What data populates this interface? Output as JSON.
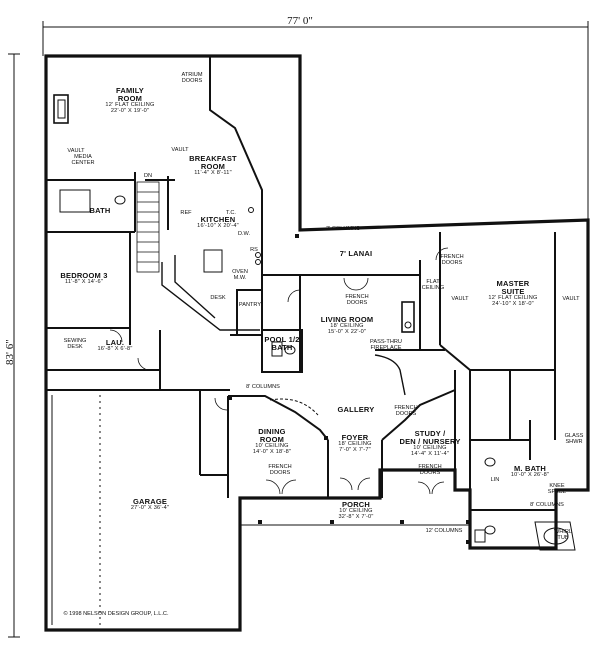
{
  "dimensions": {
    "width": "77' 0\"",
    "depth": "83' 6\""
  },
  "rooms": {
    "family": {
      "name": "FAMILY",
      "name2": "ROOM",
      "ceiling": "12' FLAT CEILING",
      "size": "22'-0\" X 19'-0\""
    },
    "breakfast": {
      "name": "BREAKFAST",
      "name2": "ROOM",
      "size": "11'-4\" X 8'-11\""
    },
    "kitchen": {
      "name": "KITCHEN",
      "size": "16'-10\" X 20'-4\""
    },
    "bedroom3": {
      "name": "BEDROOM 3",
      "size": "11'-8\" X 14'-6\""
    },
    "lau": {
      "name": "LAU.",
      "size": "16'-8\" X 6'-8\""
    },
    "lanai": {
      "name": "7' LANAI"
    },
    "living": {
      "name": "LIVING ROOM",
      "ceiling": "18' CEILING",
      "size": "15'-0\" X 22'-0\""
    },
    "master": {
      "name": "MASTER",
      "name2": "SUITE",
      "ceiling": "12' FLAT CEILING",
      "size": "24'-10\" X 18'-0\""
    },
    "pool_bath": {
      "name": "POOL 1/2",
      "name2": "BATH"
    },
    "gallery": {
      "name": "GALLERY"
    },
    "dining": {
      "name": "DINING",
      "name2": "ROOM",
      "ceiling": "10' CEILING",
      "size": "14'-0\" X 18'-8\""
    },
    "foyer": {
      "name": "FOYER",
      "ceiling": "18' CEILING",
      "size": "7'-0\" X 7'-7\""
    },
    "study": {
      "name": "STUDY /",
      "name2": "DEN / NURSERY",
      "ceiling": "10' CEILING",
      "size": "14'-4\" X 11'-4\""
    },
    "mbath": {
      "name": "M. BATH",
      "size": "10'-0\" X 26'-8\""
    },
    "garage": {
      "name": "GARAGE",
      "size": "27'-0\" X 36'-4\""
    },
    "porch": {
      "name": "PORCH",
      "ceiling": "10' CEILING",
      "size": "32'-8\" X 7'-0\""
    },
    "bath": {
      "name": "BATH"
    }
  },
  "notes": {
    "atrium_doors": "ATRIUM",
    "atrium_doors2": "DOORS",
    "vault_left": "VAULT",
    "media": "MEDIA",
    "media2": "CENTER",
    "vault_family": "VAULT",
    "flat_ceil": "FLAT",
    "flat_ceil2": "CEILING",
    "vault_m1": "VAULT",
    "vault_m2": "VAULT",
    "french_master": "FRENCH",
    "french_master2": "DOORS",
    "french_living": "FRENCH",
    "french_living2": "DOORS",
    "pass_thru": "PASS-THRU",
    "pass_thru2": "FIREPLACE",
    "cols_top": "2' COLUMNS",
    "cols_gallery": "8' COLUMNS",
    "french_gallery": "FRENCH",
    "french_gallery2": "DOORS",
    "french_dining": "FRENCH",
    "french_dining2": "DOORS",
    "french_study": "FRENCH",
    "french_study2": "DOORS",
    "cols_porch": "12' COLUMNS",
    "cols_bath": "8' COLUMNS",
    "glass_shwr": "GLASS",
    "glass_shwr2": "SHWR",
    "knee": "KNEE",
    "knee2": "SPACE",
    "whirl": "WHIRL",
    "whirl2": "TUB",
    "lin": "LIN",
    "desk": "DESK",
    "pantry": "PANTRY",
    "sewing": "SEWING",
    "sewing2": "DESK",
    "ref": "REF",
    "tc": "T.C.",
    "dw": "D.W.",
    "rs": "RS",
    "oven": "OVEN",
    "mw": "M.W.",
    "dn": "DN",
    "copyright": "© 1998 NELSON DESIGN GROUP, L.L.C."
  }
}
